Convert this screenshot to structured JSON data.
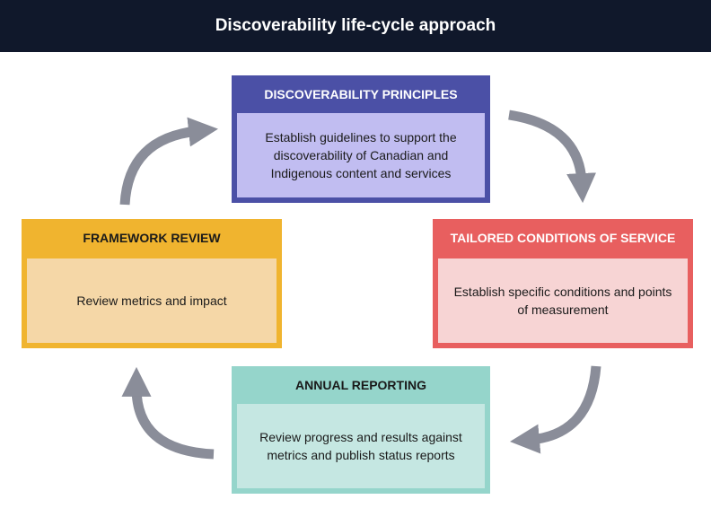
{
  "header": {
    "title": "Discoverability life-cycle approach"
  },
  "stages": {
    "principles": {
      "title": "DISCOVERABILITY PRINCIPLES",
      "body": "Establish guidelines to support the discoverability of Canadian and Indigenous content and services"
    },
    "conditions": {
      "title": "TAILORED CONDITIONS OF SERVICE",
      "body": "Establish specific conditions and points of measurement"
    },
    "reporting": {
      "title": "ANNUAL REPORTING",
      "body": "Review progress and results against metrics and publish status reports"
    },
    "review": {
      "title": "FRAMEWORK REVIEW",
      "body": "Review metrics and impact"
    }
  },
  "colors": {
    "header_bg": "#10182b",
    "arrow": "#8a8d99",
    "principles": "#4b50a6",
    "conditions": "#e85f5f",
    "reporting": "#95d5cb",
    "review": "#f0b42f"
  }
}
